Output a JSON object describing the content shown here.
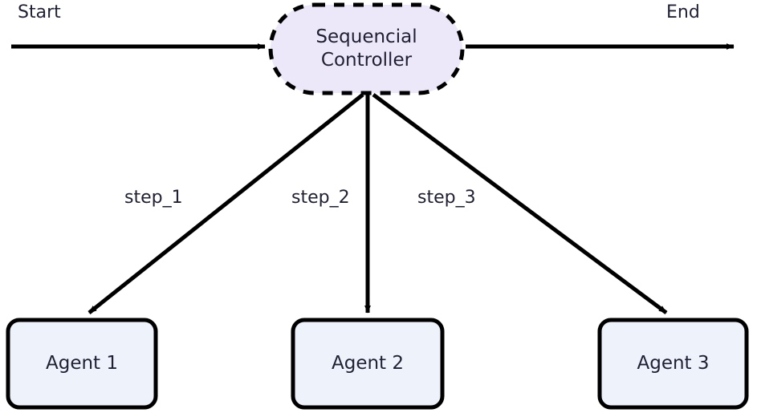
{
  "diagram": {
    "type": "flowchart",
    "direction": "top-down",
    "background": "#ffffff",
    "nodes": [
      {
        "id": "controller",
        "label_lines": [
          "Sequencial",
          "Controller"
        ],
        "shape": "stadium",
        "fill": "#ece7f9",
        "stroke": "#000000",
        "stroke_style": "dashed",
        "text_color": "#1f2033"
      },
      {
        "id": "agent1",
        "label": "Agent 1",
        "shape": "rounded-rect",
        "fill": "#eef2fb",
        "stroke": "#000000",
        "stroke_style": "solid",
        "text_color": "#1f2033"
      },
      {
        "id": "agent2",
        "label": "Agent 2",
        "shape": "rounded-rect",
        "fill": "#eef2fb",
        "stroke": "#000000",
        "stroke_style": "solid",
        "text_color": "#1f2033"
      },
      {
        "id": "agent3",
        "label": "Agent 3",
        "shape": "rounded-rect",
        "fill": "#eef2fb",
        "stroke": "#000000",
        "stroke_style": "solid",
        "text_color": "#1f2033"
      }
    ],
    "edges": [
      {
        "id": "edge-start",
        "label": "Start",
        "from": "start-terminal",
        "to": "controller"
      },
      {
        "id": "edge-end",
        "label": "End",
        "from": "controller",
        "to": "end-terminal"
      },
      {
        "id": "edge-step-1",
        "label": "step_1",
        "from": "controller",
        "to": "agent1"
      },
      {
        "id": "edge-step-2",
        "label": "step_2",
        "from": "controller",
        "to": "agent2"
      },
      {
        "id": "edge-step-3",
        "label": "step_3",
        "from": "controller",
        "to": "agent3"
      }
    ]
  },
  "labels": {
    "start": "Start",
    "end": "End",
    "step_1": "step_1",
    "step_2": "step_2",
    "step_3": "step_3",
    "controller_line1": "Sequencial",
    "controller_line2": "Controller",
    "agent_1": "Agent 1",
    "agent_2": "Agent 2",
    "agent_3": "Agent 3"
  },
  "colors": {
    "background": "#ffffff",
    "edge_stroke": "#000000",
    "text": "#1f2033",
    "controller_fill": "#ece7f9",
    "agent_fill": "#eef2fb",
    "node_stroke": "#000000"
  }
}
